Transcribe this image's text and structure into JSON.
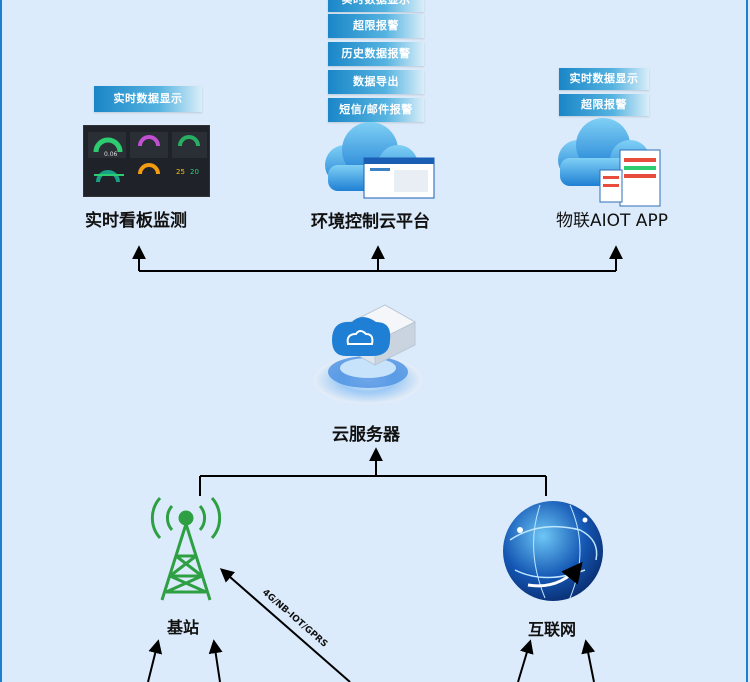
{
  "platform_tags": [
    "实时数据显示",
    "超限报警",
    "历史数据报警",
    "数据导出",
    "短信/邮件报警"
  ],
  "dashboard_tags": [
    "实时数据显示"
  ],
  "app_tags": [
    "实时数据显示",
    "超限报警"
  ],
  "nodes": {
    "dashboard": "实时看板监测",
    "platform": "环境控制云平台",
    "app": "物联AIOT APP",
    "server": "云服务器",
    "base_station": "基站",
    "internet": "互联网"
  },
  "link_label": "4G/NB-IOT/GPRS",
  "dashboard_readings": [
    "0.06",
    "25",
    "20"
  ],
  "colors": {
    "line": "#000000",
    "tag_start": "#1a86c7",
    "tower": "#2ea043",
    "background": "#dcebfb"
  }
}
